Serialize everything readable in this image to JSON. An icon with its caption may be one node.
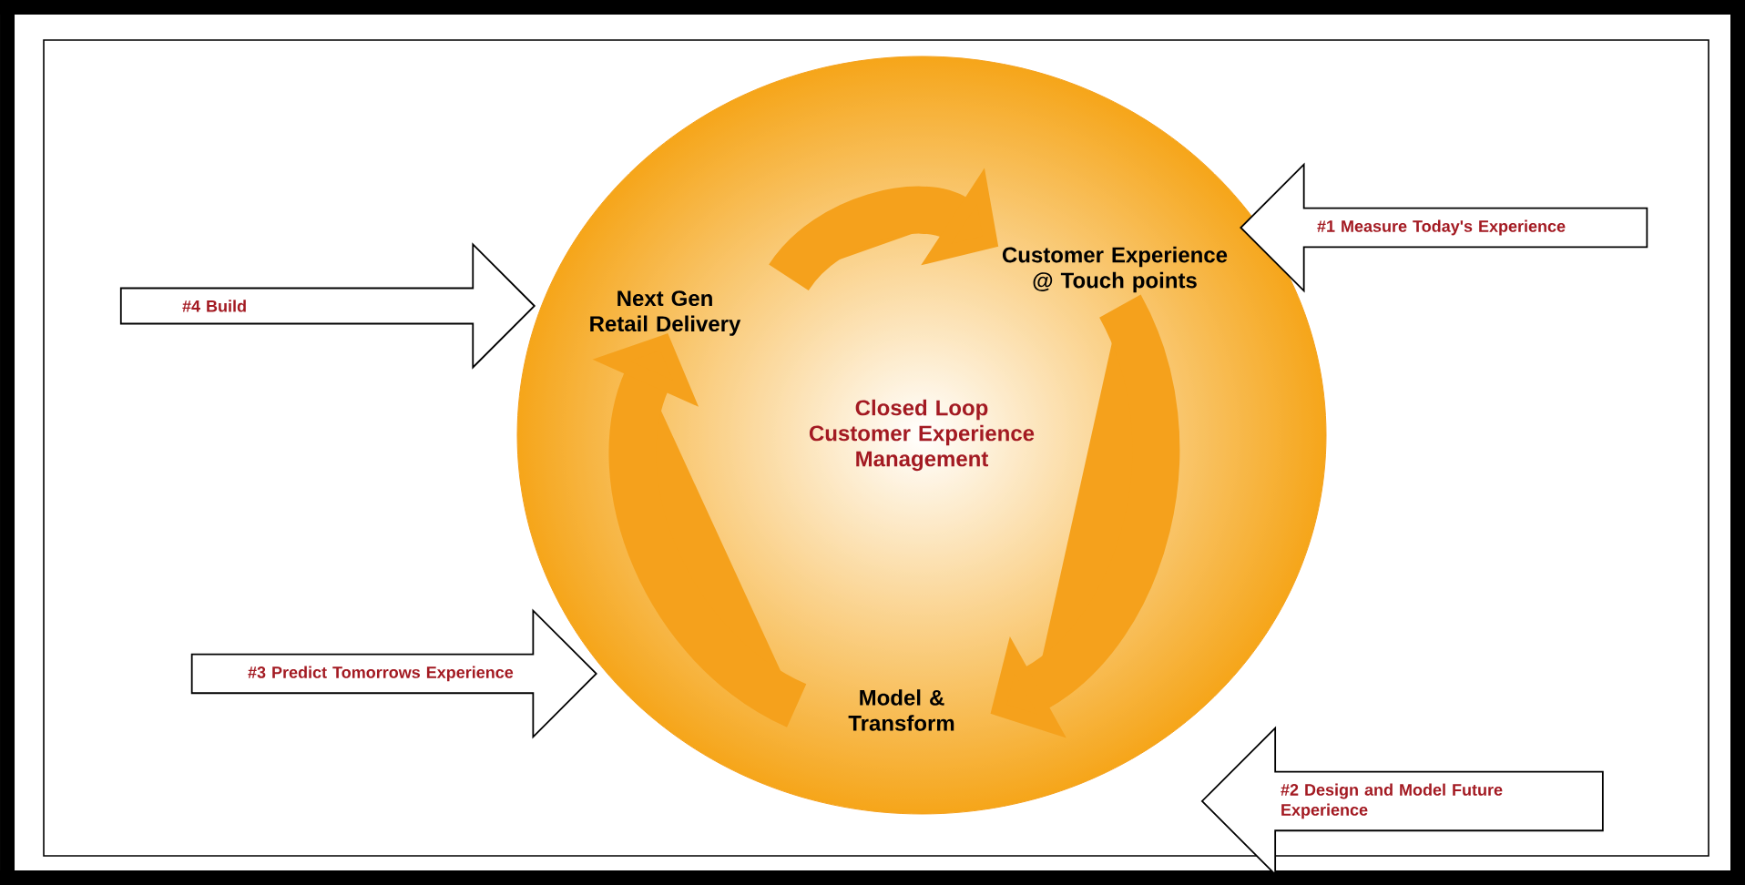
{
  "diagram": {
    "nodes": [
      {
        "text": [
          "Closed Loop Customer Experience Management"
        ]
      },
      {
        "text": [
          "Next Gen Retail Delivery"
        ],
        "in": 0
      },
      {
        "text": [
          "Customer Experience @ Touch points"
        ],
        "in": 0
      },
      {
        "text": [
          "Model & Transform"
        ],
        "in": 0
      },
      {
        "text": [
          "#1 Measure Today's Experience"
        ]
      },
      {
        "text": [
          "#2 Design and Model Future Experience"
        ]
      },
      {
        "text": [
          "#3 Predict Tomorrows Experience"
        ]
      },
      {
        "text": [
          "#4 Build"
        ]
      }
    ],
    "edges": [
      {
        "from": 1,
        "to": 2,
        "arrow": "to"
      },
      {
        "from": 2,
        "to": 3,
        "arrow": "to"
      },
      {
        "from": 3,
        "to": 1,
        "arrow": "to"
      }
    ]
  }
}
